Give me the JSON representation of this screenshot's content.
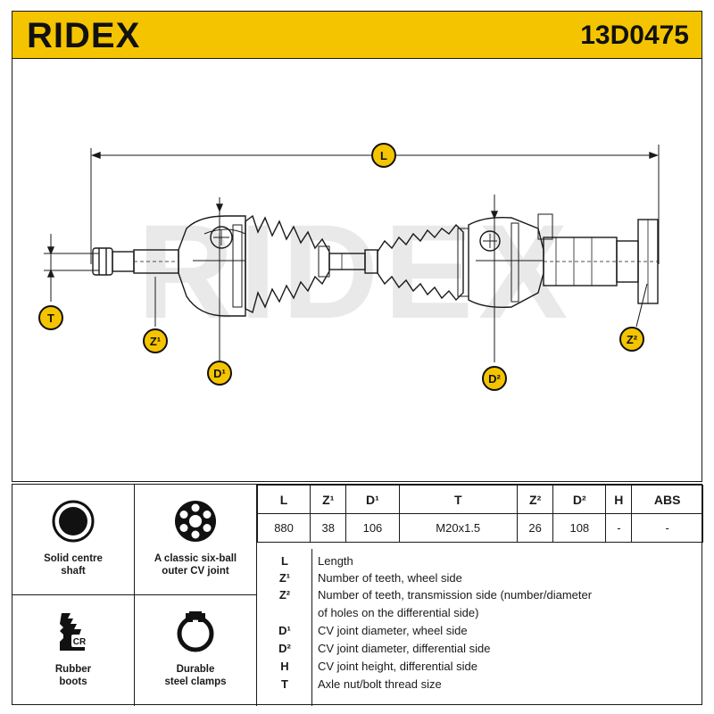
{
  "header": {
    "brand": "RIDEX",
    "part_number": "13D0475"
  },
  "watermark": "RIDEX",
  "drawing": {
    "labels": {
      "length": "L",
      "thread": "T",
      "teeth_wheel": "Z¹",
      "diameter_wheel": "D¹",
      "diameter_diff": "D²",
      "teeth_diff": "Z²"
    }
  },
  "features": [
    {
      "icon": "solid-shaft-icon",
      "label": "Solid centre\nshaft"
    },
    {
      "icon": "six-ball-joint-icon",
      "label": "A classic six-ball\nouter CV joint"
    },
    {
      "icon": "rubber-boot-icon",
      "label": "Rubber\nboots"
    },
    {
      "icon": "steel-clamp-icon",
      "label": "Durable\nsteel clamps"
    }
  ],
  "spec_table": {
    "headers": [
      "L",
      "Z¹",
      "D¹",
      "T",
      "Z²",
      "D²",
      "H",
      "ABS"
    ],
    "values": [
      "880",
      "38",
      "106",
      "M20x1.5",
      "26",
      "108",
      "-",
      "-"
    ]
  },
  "legend": [
    {
      "key": "L",
      "text": "Length"
    },
    {
      "key": "Z¹",
      "text": "Number of teeth, wheel side"
    },
    {
      "key": "Z²",
      "text": "Number of teeth, transmission side (number/diameter"
    },
    {
      "key": "",
      "text": "of holes on the differential side)"
    },
    {
      "key": "D¹",
      "text": "CV joint diameter, wheel side"
    },
    {
      "key": "D²",
      "text": "CV joint diameter, differential side"
    },
    {
      "key": "H",
      "text": "CV joint height, differential side"
    },
    {
      "key": "T",
      "text": "Axle nut/bolt thread size"
    }
  ],
  "colors": {
    "accent": "#f5c400",
    "ink": "#1a1a1a",
    "watermark": "#e6e6e6"
  }
}
